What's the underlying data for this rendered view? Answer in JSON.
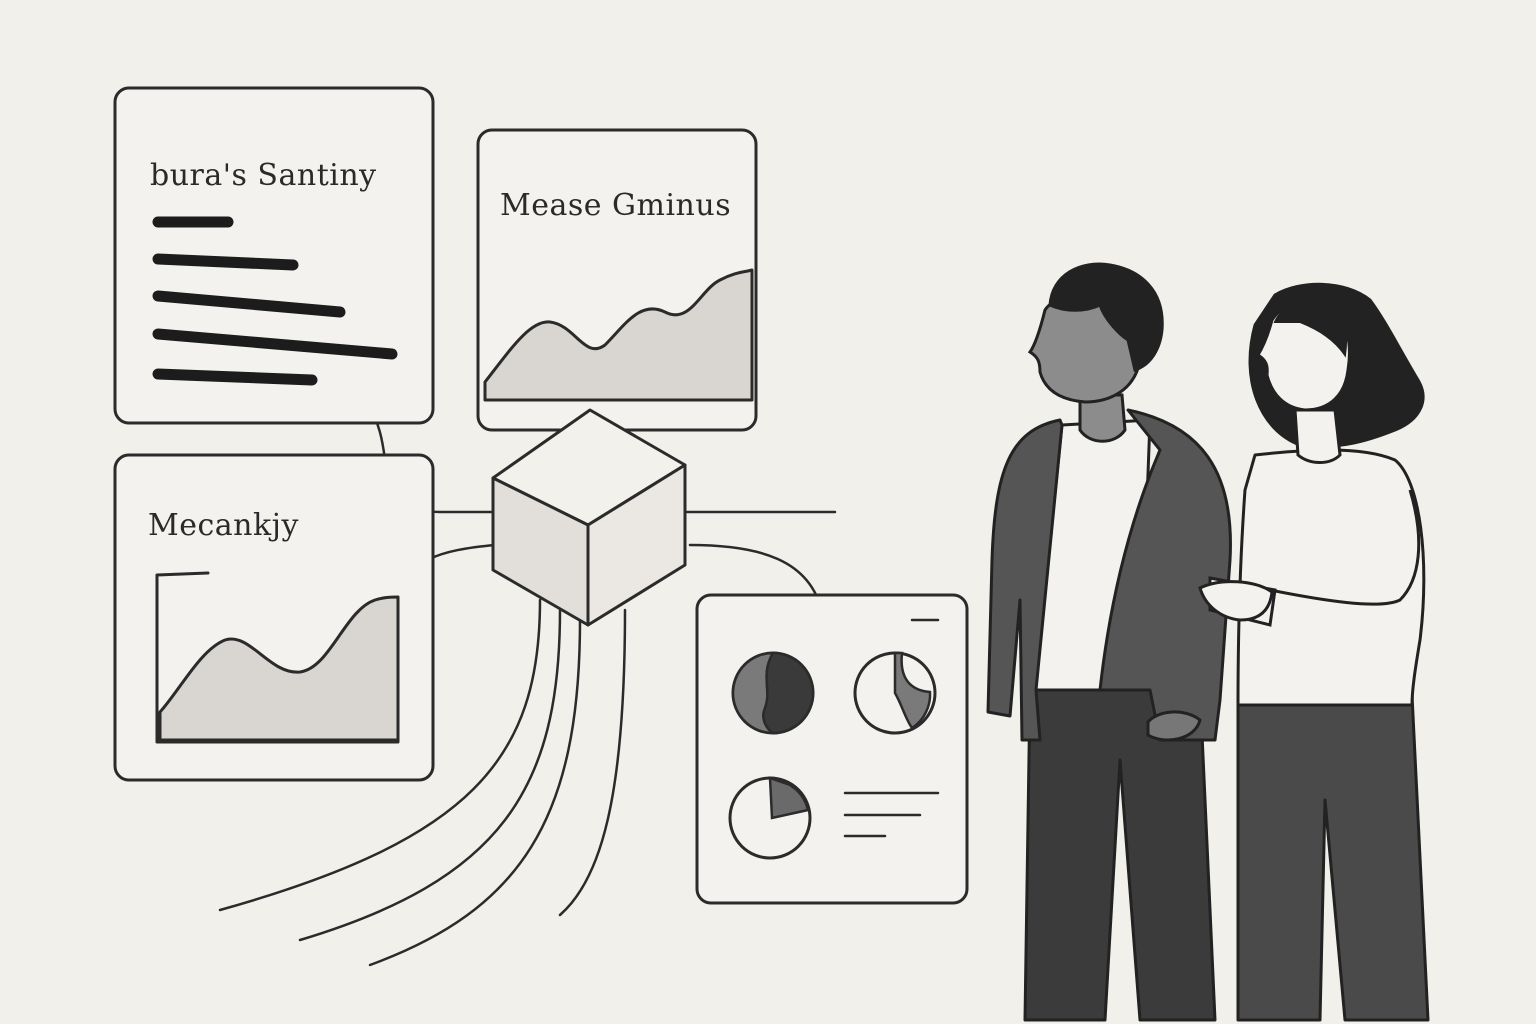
{
  "panels": {
    "top_left": {
      "title": "bura's Santiny"
    },
    "top_middle": {
      "title": "Mease Gminus"
    },
    "bottom_left": {
      "title": "Mecankjy"
    }
  },
  "colors": {
    "background": "#f2f0eb",
    "ink": "#2b2b2b",
    "fill_light": "#d9d6d1",
    "fill_mid": "#7a7a7a",
    "fill_dark": "#3a3a3a"
  },
  "icons": [
    "data-cube-icon",
    "pie-chart-icon"
  ]
}
